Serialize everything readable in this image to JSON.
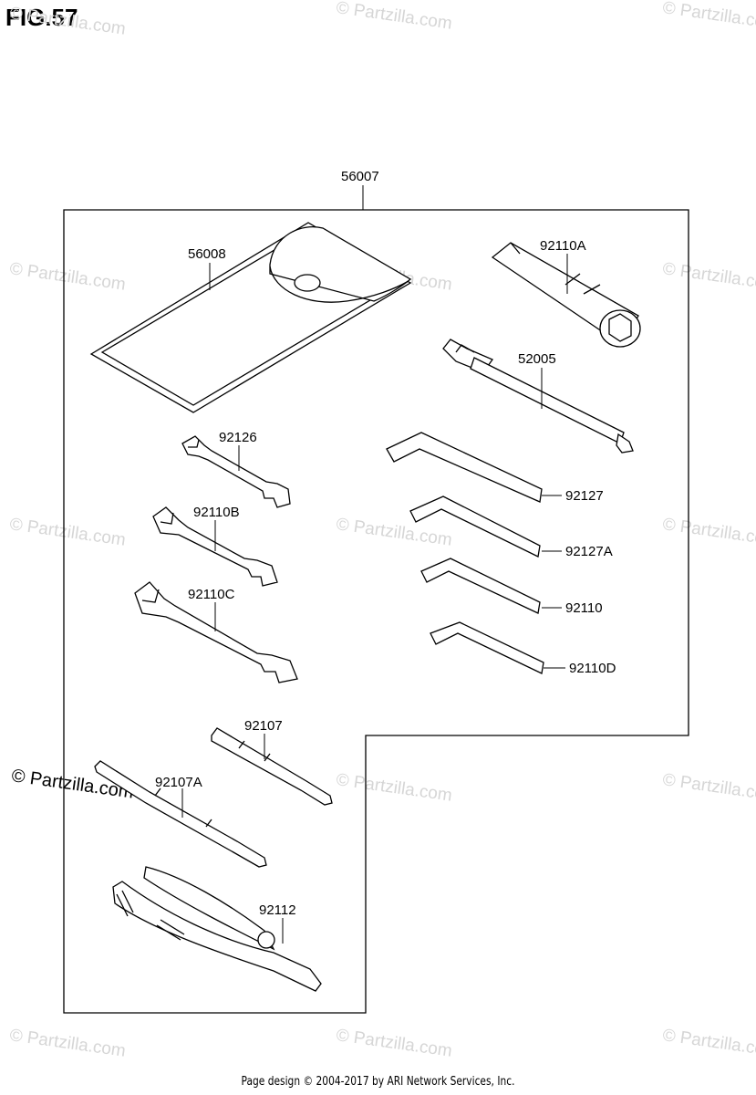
{
  "figure": {
    "title": "FIG.57"
  },
  "parts": [
    {
      "id": "56007",
      "label": "56007"
    },
    {
      "id": "56008",
      "label": "56008"
    },
    {
      "id": "92110A",
      "label": "92110A"
    },
    {
      "id": "52005",
      "label": "52005"
    },
    {
      "id": "92126",
      "label": "92126"
    },
    {
      "id": "92110B",
      "label": "92110B"
    },
    {
      "id": "92110C",
      "label": "92110C"
    },
    {
      "id": "92127",
      "label": "92127"
    },
    {
      "id": "92127A",
      "label": "92127A"
    },
    {
      "id": "92110",
      "label": "92110"
    },
    {
      "id": "92110D",
      "label": "92110D"
    },
    {
      "id": "92107",
      "label": "92107"
    },
    {
      "id": "92107A",
      "label": "92107A"
    },
    {
      "id": "92112",
      "label": "92112"
    }
  ],
  "watermark": {
    "text": "© Partzilla.com"
  },
  "footer": {
    "text": "Page design © 2004-2017 by ARI Network Services, Inc."
  }
}
